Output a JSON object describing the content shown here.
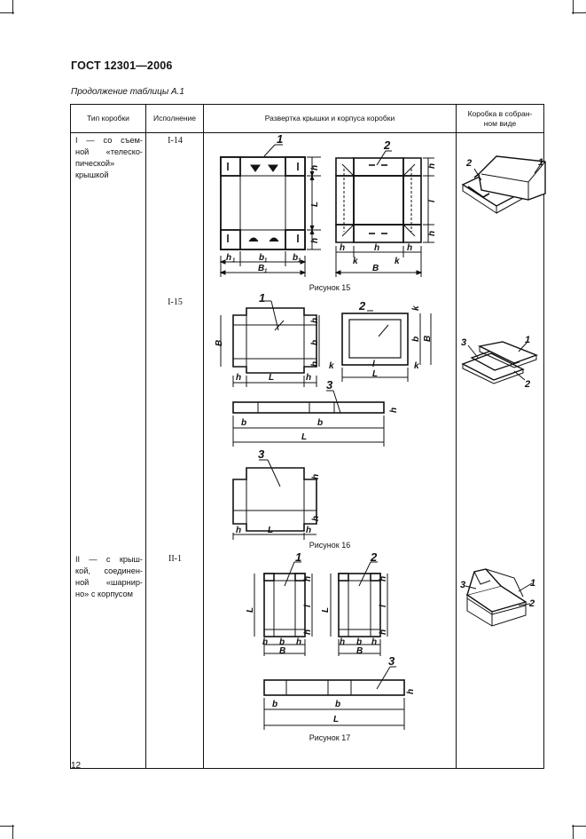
{
  "header": {
    "standard": "ГОСТ 12301—2006"
  },
  "table_caption": "Продолжение таблицы А.1",
  "columns": [
    "Тип коробки",
    "Исполнение",
    "Развертка крышки и корпуса коробки",
    "Коробка в собран-\nном виде"
  ],
  "rows": [
    {
      "type_lines": [
        "I — со съем-",
        "ной «телеско-",
        "пической»",
        "крышкой"
      ],
      "variants": [
        "I-14",
        "I-15"
      ],
      "figures": [
        "Рисунок 15",
        "Рисунок 16"
      ]
    },
    {
      "type_lines": [
        "II — с крыш-",
        "кой, соединен-",
        "ной «шарнир-",
        "но» с корпусом"
      ],
      "variants": [
        "II-1"
      ],
      "figures": [
        "Рисунок 17"
      ]
    }
  ],
  "labels": {
    "part1": "1",
    "part2": "2",
    "part3": "3",
    "h": "h",
    "h1": "h",
    "h2": "h",
    "b": "b",
    "b1": "b",
    "b2": "b",
    "B": "B",
    "B1": "B",
    "l": "l",
    "L": "L",
    "L1": "L",
    "L2": "L",
    "k": "k",
    "sub1": "1",
    "sub2": "2"
  },
  "page_number": "12"
}
